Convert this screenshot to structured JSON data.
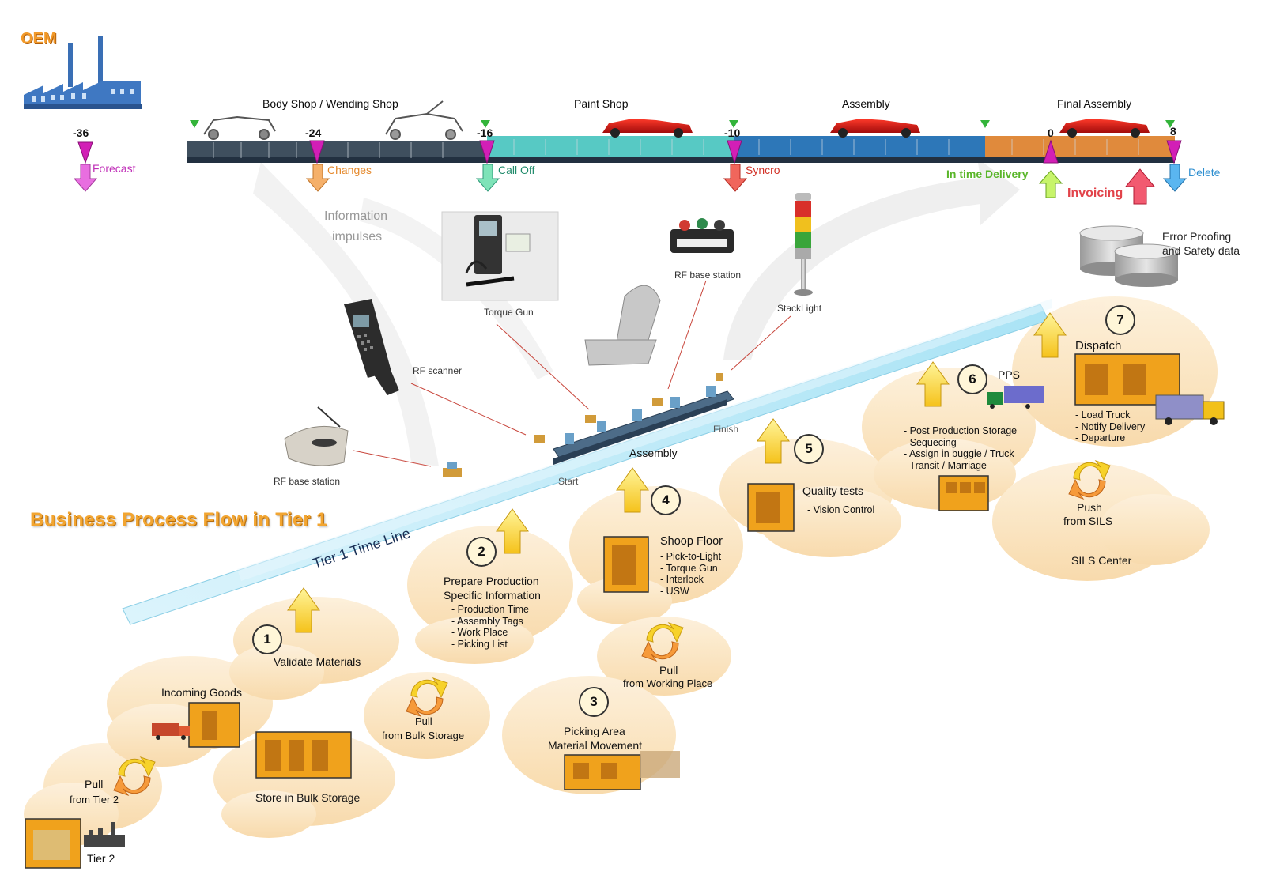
{
  "oem_label": "OEM",
  "stages": {
    "body": "Body Shop / Wending Shop",
    "paint": "Paint Shop",
    "assembly": "Assembly",
    "final": "Final Assembly"
  },
  "ticks": {
    "t36": "-36",
    "t24": "-24",
    "t16": "-16",
    "t10": "-10",
    "t0": "0",
    "t8": "8"
  },
  "events": {
    "forecast": "Forecast",
    "changes": "Changes",
    "calloff": "Call Off",
    "syncro": "Syncro",
    "intime": "In time Delivery",
    "invoicing": "Invoicing",
    "delete": "Delete"
  },
  "info": {
    "line1": "Information",
    "line2": "impulses"
  },
  "devices": {
    "torque_gun": "Torque Gun",
    "rf_base_top": "RF base station",
    "stacklight": "StackLight",
    "rf_scanner": "RF scanner",
    "rf_base_left": "RF base station",
    "error_1": "Error Proofing",
    "error_2": "and Safety data"
  },
  "line": {
    "start": "Start",
    "finish": "Finish",
    "assembly": "Assembly",
    "timeline": "Tier 1 Time Line"
  },
  "main_title": "Business Process Flow in Tier 1",
  "steps": {
    "s1": {
      "num": "1",
      "title": "Validate Materials"
    },
    "s2": {
      "num": "2",
      "title1": "Prepare Production",
      "title2": "Specific Information",
      "items": [
        "- Production Time",
        "- Assembly Tags",
        "- Work Place",
        "- Picking List"
      ]
    },
    "s3": {
      "num": "3",
      "title1": "Picking Area",
      "title2": "Material Movement"
    },
    "s4": {
      "num": "4",
      "title": "Shoop Floor",
      "items": [
        "- Pick-to-Light",
        "- Torque Gun",
        "- Interlock",
        "- USW"
      ]
    },
    "s5": {
      "num": "5",
      "title": "Quality tests",
      "items": [
        "- Vision Control"
      ]
    },
    "s6": {
      "num": "6",
      "title": "PPS",
      "items": [
        "- Post Production Storage",
        "- Sequecing",
        "- Assign in buggie / Truck",
        "- Transit / Marriage"
      ]
    },
    "s7": {
      "num": "7",
      "title": "Dispatch",
      "items": [
        "- Load Truck",
        "- Notify Delivery",
        "- Departure"
      ]
    }
  },
  "misc": {
    "incoming": "Incoming Goods",
    "store_bulk": "Store in Bulk Storage",
    "pull_bulk_1": "Pull",
    "pull_bulk_2": "from Bulk Storage",
    "pull_tier2_1": "Pull",
    "pull_tier2_2": "from Tier 2",
    "tier2": "Tier 2",
    "pull_wp_1": "Pull",
    "pull_wp_2": "from Working Place",
    "push_sils_1": "Push",
    "push_sils_2": "from SILS",
    "sils_center": "SILS Center"
  },
  "colors": {
    "orange": "#f2a531",
    "belt_teal": "#5fd3cf",
    "belt_blue": "#2f7fc0",
    "belt_orange": "#e58a3a",
    "magenta": "#d026b5",
    "green": "#6ac22e",
    "red": "#e4504c",
    "cloud": "#fbe2b8",
    "timeline": "#bfe9f7"
  }
}
